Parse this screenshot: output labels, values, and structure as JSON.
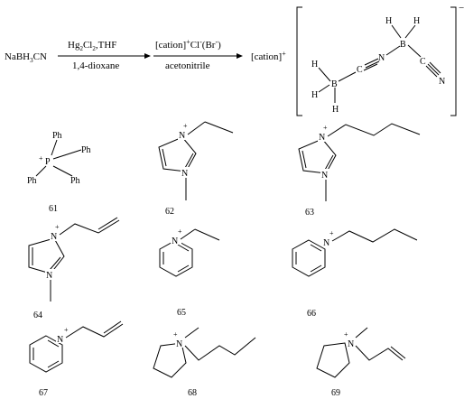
{
  "reaction": {
    "start": {
      "main": "NaBH",
      "sub1": "3",
      "tail": "CN"
    },
    "step1": {
      "above": {
        "a": "Hg",
        "s1": "2",
        "b": "Cl",
        "s2": "2",
        "c": ",THF"
      },
      "below": "1,4-dioxane"
    },
    "step2": {
      "above": {
        "a": "[cation]",
        "sup1": "+",
        "b": "Cl",
        "sup2": "-",
        "c": "(Br",
        "sup3": "-",
        "d": ")"
      },
      "below": "acetonitrile"
    },
    "intermediate": {
      "text": "[cation]",
      "sup": "+"
    },
    "anion": {
      "charge": "−",
      "h": "H",
      "b": "B",
      "c": "C",
      "n": "N"
    }
  },
  "atoms": {
    "p": "P",
    "n": "N",
    "plus": "+",
    "ph": "Ph"
  },
  "compounds": [
    {
      "label": "61"
    },
    {
      "label": "62"
    },
    {
      "label": "63"
    },
    {
      "label": "64"
    },
    {
      "label": "65"
    },
    {
      "label": "66"
    },
    {
      "label": "67"
    },
    {
      "label": "68"
    },
    {
      "label": "69"
    }
  ]
}
